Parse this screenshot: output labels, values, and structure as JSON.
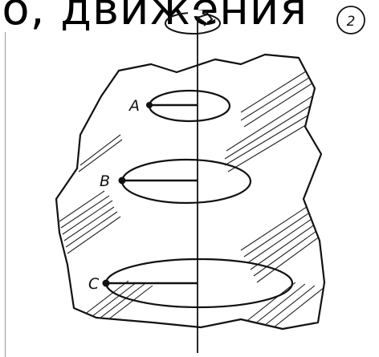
{
  "banner": {
    "text": "го, движения"
  },
  "figure": {
    "number": "2",
    "points": [
      {
        "label": "A"
      },
      {
        "label": "B"
      },
      {
        "label": "C"
      }
    ]
  }
}
